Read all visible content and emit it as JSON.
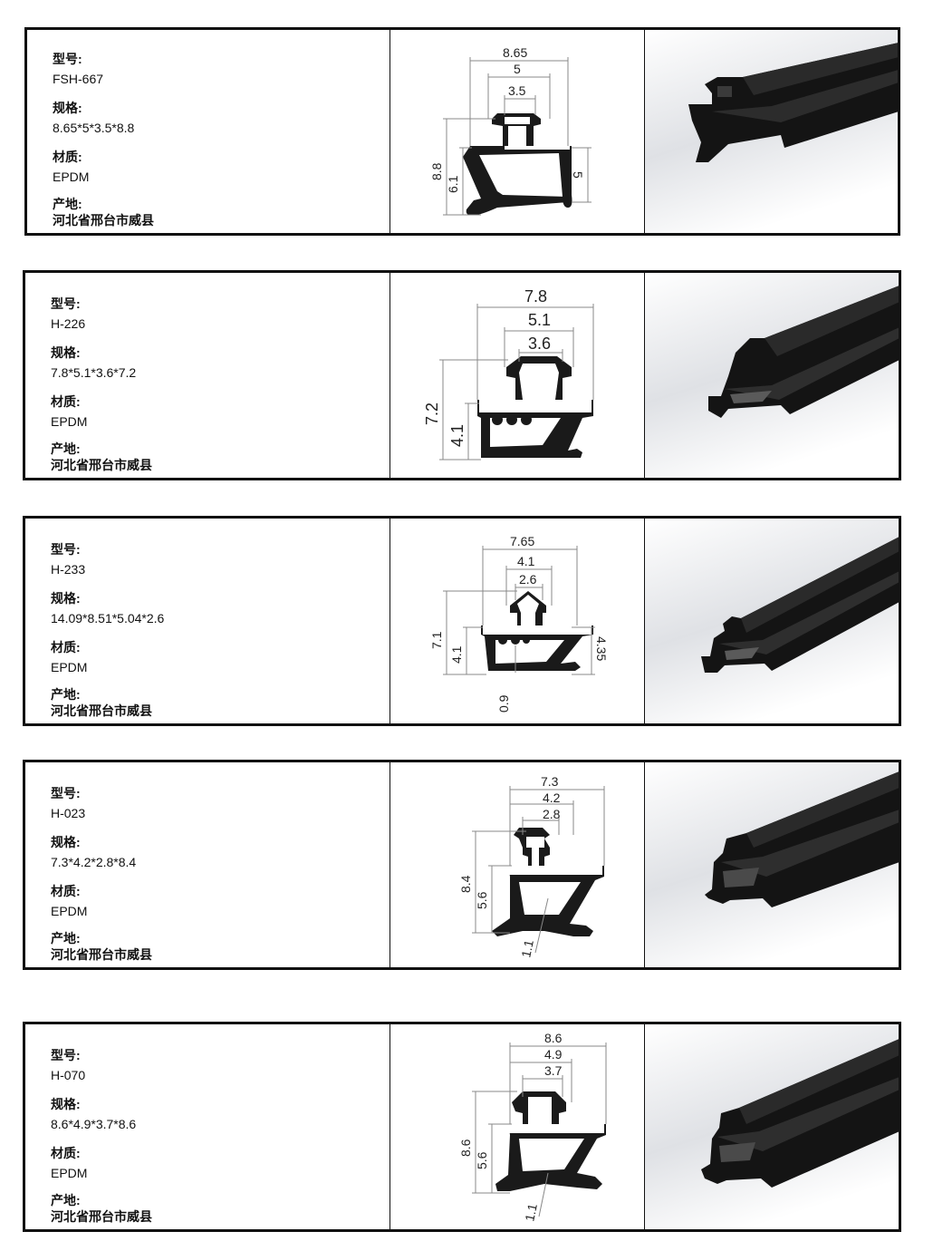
{
  "labels": {
    "model": "型号:",
    "spec": "规格:",
    "material": "材质:",
    "origin": "产地:"
  },
  "products": [
    {
      "model": "FSH-667",
      "spec": "8.65*5*3.5*8.8",
      "material": "EPDM",
      "origin": "河北省邢台市威县",
      "dims": {
        "width_total": "8.65",
        "width_mid": "5",
        "width_top": "3.5",
        "height_total": "8.8",
        "height_lower": "6.1",
        "height_right": "5"
      }
    },
    {
      "model": "H-226",
      "spec": "7.8*5.1*3.6*7.2",
      "material": "EPDM",
      "origin": "河北省邢台市威县",
      "dims": {
        "width_total": "7.8",
        "width_mid": "5.1",
        "width_top": "3.6",
        "height_total": "7.2",
        "height_lower": "4.1"
      }
    },
    {
      "model": "H-233",
      "spec": "14.09*8.51*5.04*2.6",
      "material": "EPDM",
      "origin": "河北省邢台市威县",
      "dims": {
        "width_total": "7.65",
        "width_mid": "4.1",
        "width_top": "2.6",
        "height_total": "7.1",
        "height_lower": "4.1",
        "height_right": "4.35",
        "lip": "0.9"
      }
    },
    {
      "model": "H-023",
      "spec": "7.3*4.2*2.8*8.4",
      "material": "EPDM",
      "origin": "河北省邢台市威县",
      "dims": {
        "width_total": "7.3",
        "width_mid": "4.2",
        "width_top": "2.8",
        "height_total": "8.4",
        "height_lower": "5.6",
        "lip": "1.1"
      }
    },
    {
      "model": "H-070",
      "spec": "8.6*4.9*3.7*8.6",
      "material": "EPDM",
      "origin": "河北省邢台市威县",
      "dims": {
        "width_total": "8.6",
        "width_mid": "4.9",
        "width_top": "3.7",
        "height_total": "8.6",
        "height_lower": "5.6",
        "lip": "1.1"
      }
    }
  ],
  "colors": {
    "border": "#111111",
    "profile": "#1a1a1a",
    "dimension_line": "#888888"
  }
}
